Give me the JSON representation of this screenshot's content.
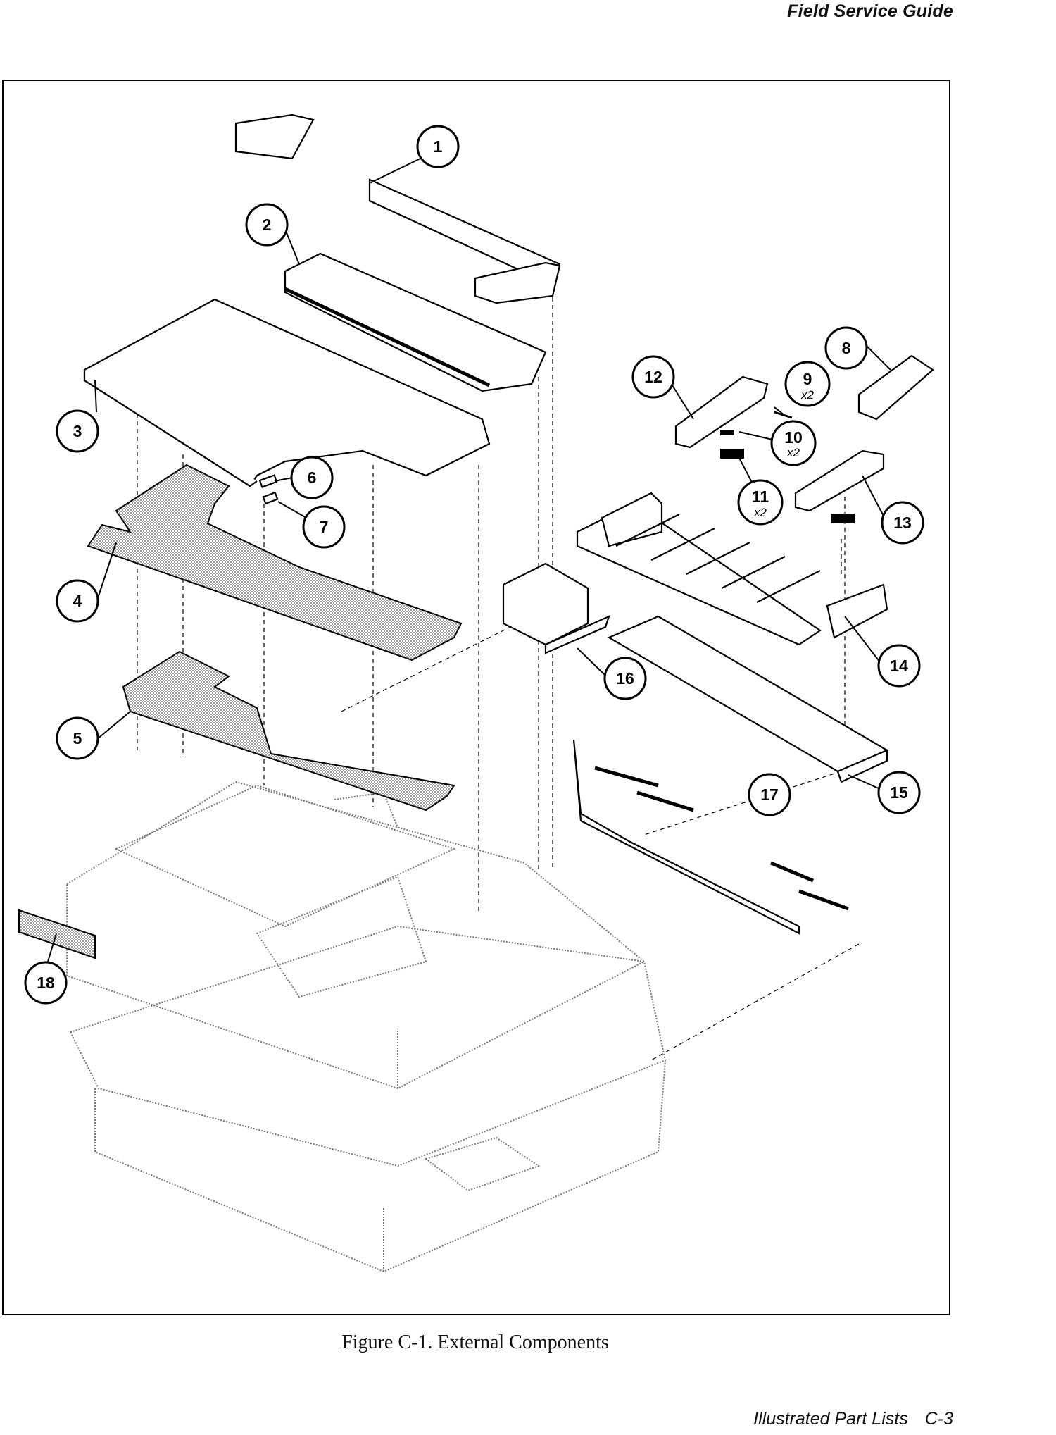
{
  "header": {
    "title": "Field Service Guide"
  },
  "figure": {
    "caption": "Figure C-1.  External Components",
    "callouts": [
      {
        "number": "1",
        "qty": ""
      },
      {
        "number": "2",
        "qty": ""
      },
      {
        "number": "3",
        "qty": ""
      },
      {
        "number": "4",
        "qty": ""
      },
      {
        "number": "5",
        "qty": ""
      },
      {
        "number": "6",
        "qty": ""
      },
      {
        "number": "7",
        "qty": ""
      },
      {
        "number": "8",
        "qty": ""
      },
      {
        "number": "9",
        "qty": "x2"
      },
      {
        "number": "10",
        "qty": "x2"
      },
      {
        "number": "11",
        "qty": "x2"
      },
      {
        "number": "12",
        "qty": ""
      },
      {
        "number": "13",
        "qty": ""
      },
      {
        "number": "14",
        "qty": ""
      },
      {
        "number": "15",
        "qty": ""
      },
      {
        "number": "16",
        "qty": ""
      },
      {
        "number": "17",
        "qty": ""
      },
      {
        "number": "18",
        "qty": ""
      }
    ]
  },
  "footer": {
    "section": "Illustrated Part Lists",
    "page": "C-3"
  }
}
